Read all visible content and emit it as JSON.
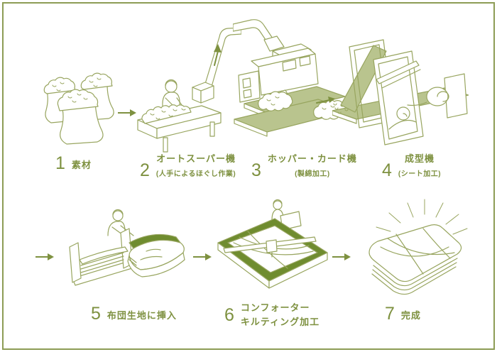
{
  "colors": {
    "line_color": "#98a55f",
    "text_color": "#7e9140",
    "fill_light": "#b9c48e",
    "fill_dark": "#6f8c2f",
    "border_color": "#8d9c55"
  },
  "icons": {
    "arrow_right": "→",
    "arrow_up": "↑"
  },
  "steps": [
    {
      "number": "1",
      "label": "素材"
    },
    {
      "number": "2",
      "label": "オートスーパー機",
      "sublabel": "(人手によるほぐし作業)"
    },
    {
      "number": "3",
      "label": "ホッパー・カード機",
      "sublabel": "(製綿加工)"
    },
    {
      "number": "4",
      "label": "成型機",
      "sublabel": "(シート加工)"
    },
    {
      "number": "5",
      "label": "布団生地に挿入"
    },
    {
      "number": "6",
      "label": "コンフォーター",
      "label2": "キルティング加工"
    },
    {
      "number": "7",
      "label": "完成"
    }
  ]
}
